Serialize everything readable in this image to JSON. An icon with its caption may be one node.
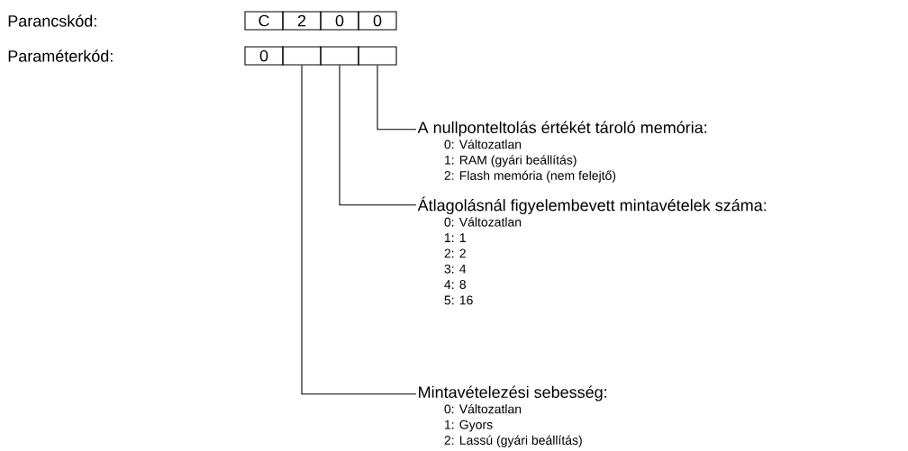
{
  "diagram": {
    "nodes": [
      {
        "text": [
          "C"
        ]
      },
      {
        "text": [
          "2"
        ]
      },
      {
        "text": [
          "0"
        ]
      },
      {
        "text": [
          "0"
        ]
      },
      {
        "text": [
          "0"
        ]
      },
      {
        "text": [],
        "shape": "box"
      },
      {
        "text": [],
        "shape": "box"
      },
      {
        "text": [],
        "shape": "box"
      },
      {
        "text": [
          "A nullponteltolás értékét tároló memória:",
          "0: Változatlan",
          "1: RAM (gyári beállítás)",
          "2: Flash memória (nem felejtő)"
        ]
      },
      {
        "text": [
          "Átlagolásnál figyelembevett mintavételek száma:",
          "0: Változatlan",
          "1: 1",
          "2: 2",
          "3: 4",
          "4: 8",
          "5: 16"
        ]
      },
      {
        "text": [
          "Mintavételezési sebesség:",
          "0: Változatlan",
          "1: Gyors",
          "2: Lassú (gyári beállítás)"
        ]
      }
    ],
    "edges": [
      {
        "from": 8,
        "to": 7,
        "arrow": "none"
      },
      {
        "from": 9,
        "to": 6,
        "arrow": "none"
      },
      {
        "from": 10,
        "to": 5,
        "arrow": "none"
      }
    ],
    "labels": [
      "Parancskód:",
      "Paraméterkód:"
    ]
  }
}
